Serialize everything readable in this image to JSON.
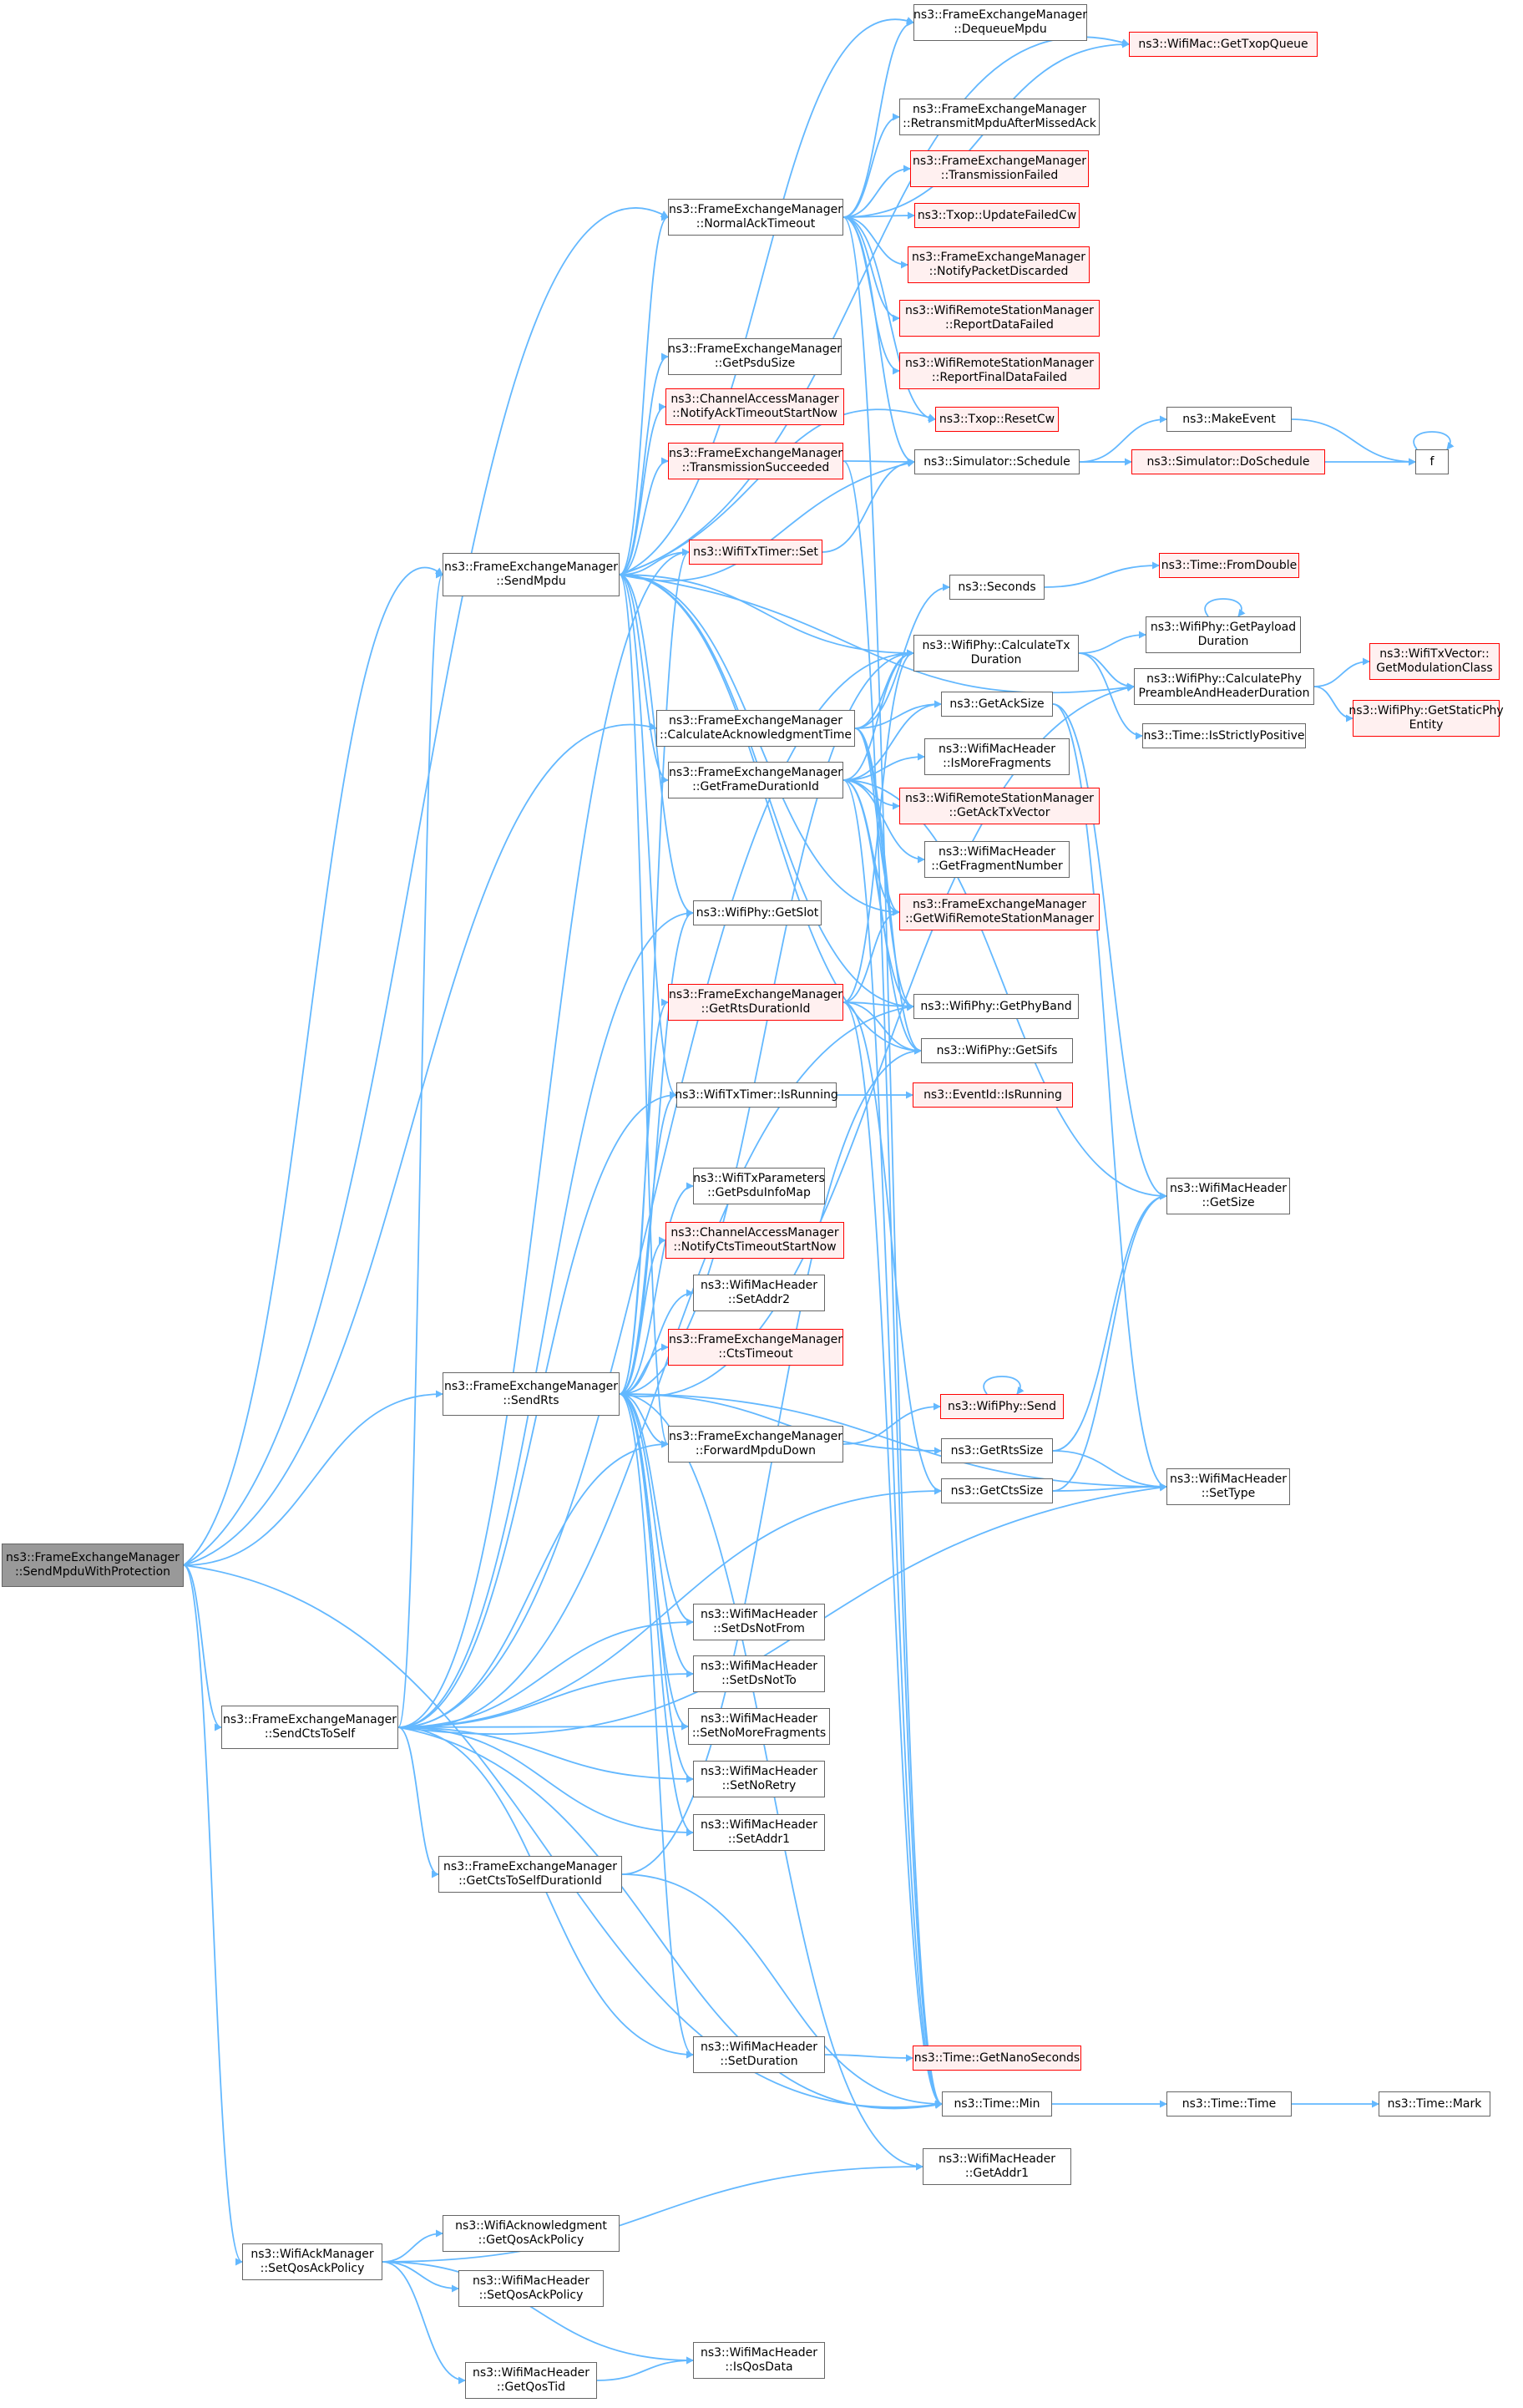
{
  "colors": {
    "edge": "#63b8ff",
    "node_border": "#666666",
    "truncated_border": "#ff0000",
    "truncated_fill": "#fff0f0",
    "current_fill": "#999999"
  },
  "nodes": [
    {
      "id": "n1",
      "lines": [
        "ns3::FrameExchangeManager",
        "::SendMpduWithProtection"
      ],
      "style": "current"
    },
    {
      "id": "n2",
      "lines": [
        "ns3::FrameExchangeManager",
        "::SendMpdu"
      ],
      "style": "normal"
    },
    {
      "id": "n3",
      "lines": [
        "ns3::FrameExchangeManager",
        "::DequeueMpdu"
      ],
      "style": "normal"
    },
    {
      "id": "n4",
      "lines": [
        "ns3::WifiMac::GetTxopQueue"
      ],
      "style": "red"
    },
    {
      "id": "n5",
      "lines": [
        "ns3::FrameExchangeManager",
        "::RetransmitMpduAfterMissedAck"
      ],
      "style": "normal"
    },
    {
      "id": "n6",
      "lines": [
        "ns3::FrameExchangeManager",
        "::TransmissionFailed"
      ],
      "style": "red"
    },
    {
      "id": "n7",
      "lines": [
        "ns3::FrameExchangeManager",
        "::NormalAckTimeout"
      ],
      "style": "normal"
    },
    {
      "id": "n8",
      "lines": [
        "ns3::Txop::UpdateFailedCw"
      ],
      "style": "red"
    },
    {
      "id": "n9",
      "lines": [
        "ns3::FrameExchangeManager",
        "::NotifyPacketDiscarded"
      ],
      "style": "red"
    },
    {
      "id": "n10",
      "lines": [
        "ns3::WifiRemoteStationManager",
        "::ReportDataFailed"
      ],
      "style": "red"
    },
    {
      "id": "n11",
      "lines": [
        "ns3::FrameExchangeManager",
        "::GetPsduSize"
      ],
      "style": "normal"
    },
    {
      "id": "n12",
      "lines": [
        "ns3::WifiRemoteStationManager",
        "::ReportFinalDataFailed"
      ],
      "style": "red"
    },
    {
      "id": "n13",
      "lines": [
        "ns3::ChannelAccessManager",
        "::NotifyAckTimeoutStartNow"
      ],
      "style": "red"
    },
    {
      "id": "n14",
      "lines": [
        "ns3::Txop::ResetCw"
      ],
      "style": "red"
    },
    {
      "id": "n15",
      "lines": [
        "ns3::MakeEvent"
      ],
      "style": "normal"
    },
    {
      "id": "n16",
      "lines": [
        "ns3::FrameExchangeManager",
        "::TransmissionSucceeded"
      ],
      "style": "red"
    },
    {
      "id": "n17",
      "lines": [
        "ns3::Simulator::Schedule"
      ],
      "style": "normal"
    },
    {
      "id": "n18",
      "lines": [
        "ns3::Simulator::DoSchedule"
      ],
      "style": "red"
    },
    {
      "id": "n19",
      "lines": [
        "f"
      ],
      "style": "normal"
    },
    {
      "id": "n20",
      "lines": [
        "ns3::WifiTxTimer::Set"
      ],
      "style": "red"
    },
    {
      "id": "n21",
      "lines": [
        "ns3::Time::FromDouble"
      ],
      "style": "red"
    },
    {
      "id": "n22",
      "lines": [
        "ns3::Seconds"
      ],
      "style": "normal"
    },
    {
      "id": "n23",
      "lines": [
        "ns3::WifiPhy::GetPayload",
        "Duration"
      ],
      "style": "normal"
    },
    {
      "id": "n24",
      "lines": [
        "ns3::WifiPhy::CalculateTx",
        "Duration"
      ],
      "style": "normal"
    },
    {
      "id": "n25",
      "lines": [
        "ns3::WifiTxVector::",
        "GetModulationClass"
      ],
      "style": "red"
    },
    {
      "id": "n26",
      "lines": [
        "ns3::WifiPhy::CalculatePhy",
        "PreambleAndHeaderDuration"
      ],
      "style": "normal"
    },
    {
      "id": "n27",
      "lines": [
        "ns3::FrameExchangeManager",
        "::CalculateAcknowledgmentTime"
      ],
      "style": "normal"
    },
    {
      "id": "n28",
      "lines": [
        "ns3::GetAckSize"
      ],
      "style": "normal"
    },
    {
      "id": "n29",
      "lines": [
        "ns3::WifiPhy::GetStaticPhy",
        "Entity"
      ],
      "style": "red"
    },
    {
      "id": "n30",
      "lines": [
        "ns3::Time::IsStrictlyPositive"
      ],
      "style": "normal"
    },
    {
      "id": "n31",
      "lines": [
        "ns3::WifiMacHeader",
        "::IsMoreFragments"
      ],
      "style": "normal"
    },
    {
      "id": "n32",
      "lines": [
        "ns3::FrameExchangeManager",
        "::GetFrameDurationId"
      ],
      "style": "normal"
    },
    {
      "id": "n33",
      "lines": [
        "ns3::WifiRemoteStationManager",
        "::GetAckTxVector"
      ],
      "style": "red"
    },
    {
      "id": "n34",
      "lines": [
        "ns3::WifiMacHeader",
        "::GetFragmentNumber"
      ],
      "style": "normal"
    },
    {
      "id": "n35",
      "lines": [
        "ns3::WifiPhy::GetSlot"
      ],
      "style": "normal"
    },
    {
      "id": "n36",
      "lines": [
        "ns3::FrameExchangeManager",
        "::GetWifiRemoteStationManager"
      ],
      "style": "red"
    },
    {
      "id": "n37",
      "lines": [
        "ns3::FrameExchangeManager",
        "::GetRtsDurationId"
      ],
      "style": "red"
    },
    {
      "id": "n38",
      "lines": [
        "ns3::WifiPhy::GetPhyBand"
      ],
      "style": "normal"
    },
    {
      "id": "n39",
      "lines": [
        "ns3::WifiPhy::GetSifs"
      ],
      "style": "normal"
    },
    {
      "id": "n40",
      "lines": [
        "ns3::WifiTxTimer::IsRunning"
      ],
      "style": "normal"
    },
    {
      "id": "n41",
      "lines": [
        "ns3::EventId::IsRunning"
      ],
      "style": "red"
    },
    {
      "id": "n42",
      "lines": [
        "ns3::WifiTxParameters",
        "::GetPsduInfoMap"
      ],
      "style": "normal"
    },
    {
      "id": "n43",
      "lines": [
        "ns3::WifiMacHeader",
        "::GetSize"
      ],
      "style": "normal"
    },
    {
      "id": "n44",
      "lines": [
        "ns3::ChannelAccessManager",
        "::NotifyCtsTimeoutStartNow"
      ],
      "style": "red"
    },
    {
      "id": "n45",
      "lines": [
        "ns3::WifiMacHeader",
        "::SetAddr2"
      ],
      "style": "normal"
    },
    {
      "id": "n46",
      "lines": [
        "ns3::FrameExchangeManager",
        "::CtsTimeout"
      ],
      "style": "red"
    },
    {
      "id": "n47",
      "lines": [
        "ns3::FrameExchangeManager",
        "::SendRts"
      ],
      "style": "normal"
    },
    {
      "id": "n48",
      "lines": [
        "ns3::WifiPhy::Send"
      ],
      "style": "red"
    },
    {
      "id": "n49",
      "lines": [
        "ns3::FrameExchangeManager",
        "::ForwardMpduDown"
      ],
      "style": "normal"
    },
    {
      "id": "n50",
      "lines": [
        "ns3::GetRtsSize"
      ],
      "style": "normal"
    },
    {
      "id": "n51",
      "lines": [
        "ns3::WifiMacHeader",
        "::SetType"
      ],
      "style": "normal"
    },
    {
      "id": "n52",
      "lines": [
        "ns3::GetCtsSize"
      ],
      "style": "normal"
    },
    {
      "id": "n53",
      "lines": [
        "ns3::WifiMacHeader",
        "::SetDsNotFrom"
      ],
      "style": "normal"
    },
    {
      "id": "n54",
      "lines": [
        "ns3::WifiMacHeader",
        "::SetDsNotTo"
      ],
      "style": "normal"
    },
    {
      "id": "n55",
      "lines": [
        "ns3::FrameExchangeManager",
        "::SendCtsToSelf"
      ],
      "style": "normal"
    },
    {
      "id": "n56",
      "lines": [
        "ns3::WifiMacHeader",
        "::SetNoMoreFragments"
      ],
      "style": "normal"
    },
    {
      "id": "n57",
      "lines": [
        "ns3::WifiMacHeader",
        "::SetNoRetry"
      ],
      "style": "normal"
    },
    {
      "id": "n58",
      "lines": [
        "ns3::WifiMacHeader",
        "::SetAddr1"
      ],
      "style": "normal"
    },
    {
      "id": "n59",
      "lines": [
        "ns3::FrameExchangeManager",
        "::GetCtsToSelfDurationId"
      ],
      "style": "normal"
    },
    {
      "id": "n60",
      "lines": [
        "ns3::WifiMacHeader",
        "::SetDuration"
      ],
      "style": "normal"
    },
    {
      "id": "n61",
      "lines": [
        "ns3::Time::GetNanoSeconds"
      ],
      "style": "red"
    },
    {
      "id": "n62",
      "lines": [
        "ns3::Time::Min"
      ],
      "style": "normal"
    },
    {
      "id": "n63",
      "lines": [
        "ns3::Time::Time"
      ],
      "style": "normal"
    },
    {
      "id": "n64",
      "lines": [
        "ns3::Time::Mark"
      ],
      "style": "normal"
    },
    {
      "id": "n65",
      "lines": [
        "ns3::WifiMacHeader",
        "::GetAddr1"
      ],
      "style": "normal"
    },
    {
      "id": "n66",
      "lines": [
        "ns3::WifiAcknowledgment",
        "::GetQosAckPolicy"
      ],
      "style": "normal"
    },
    {
      "id": "n67",
      "lines": [
        "ns3::WifiAckManager",
        "::SetQosAckPolicy"
      ],
      "style": "normal"
    },
    {
      "id": "n68",
      "lines": [
        "ns3::WifiMacHeader",
        "::SetQosAckPolicy"
      ],
      "style": "normal"
    },
    {
      "id": "n69",
      "lines": [
        "ns3::WifiMacHeader",
        "::IsQosData"
      ],
      "style": "normal"
    },
    {
      "id": "n70",
      "lines": [
        "ns3::WifiMacHeader",
        "::GetQosTid"
      ],
      "style": "normal"
    }
  ]
}
